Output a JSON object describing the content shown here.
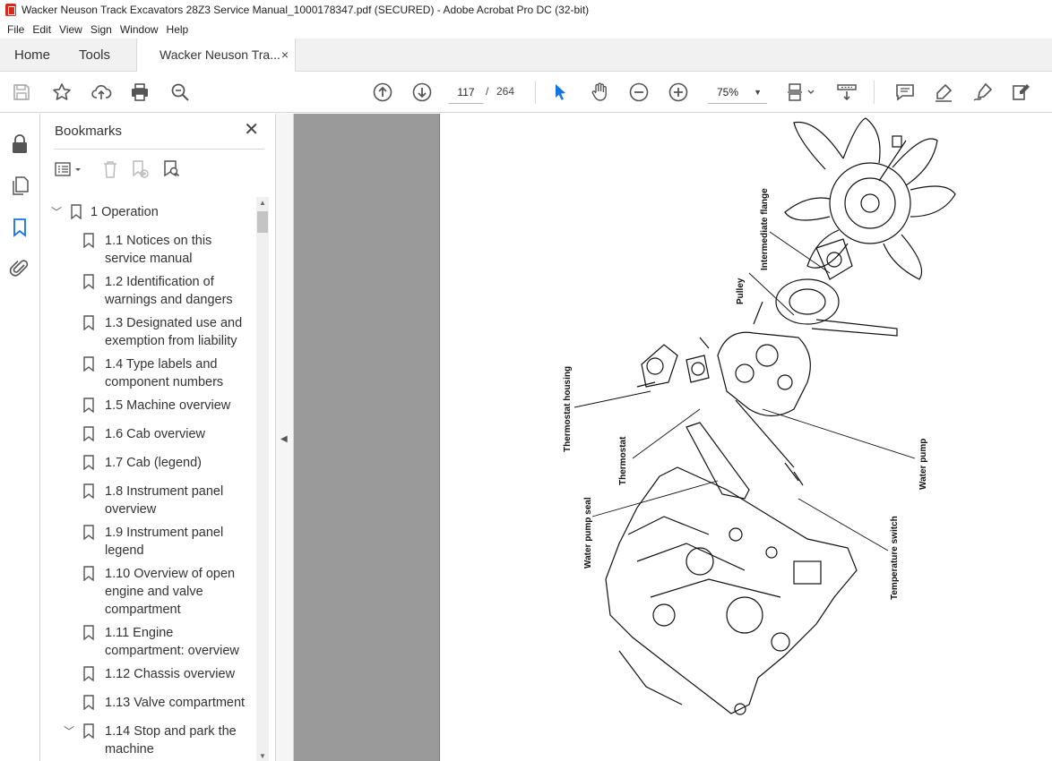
{
  "window": {
    "title": "Wacker Neuson Track Excavators 28Z3 Service Manual_1000178347.pdf (SECURED) - Adobe Acrobat Pro DC (32-bit)"
  },
  "menu": [
    "File",
    "Edit",
    "View",
    "Sign",
    "Window",
    "Help"
  ],
  "tabs": {
    "home": "Home",
    "tools": "Tools",
    "document": "Wacker Neuson Tra...",
    "close": "×"
  },
  "toolbar": {
    "current_page": "117",
    "separator": "/",
    "total_pages": "264",
    "zoom": "75%",
    "icons": [
      "save-icon",
      "star-icon",
      "upload-icon",
      "print-icon",
      "zoom-search-icon",
      "page-up-icon",
      "page-down-icon",
      "select-cursor-icon",
      "hand-icon",
      "zoom-out-icon",
      "zoom-in-icon",
      "fit-page-icon",
      "scroll-mode-icon",
      "comment-icon",
      "highlight-icon",
      "sign-icon",
      "edit-icon"
    ]
  },
  "bookmarks": {
    "title": "Bookmarks",
    "close": "✕",
    "items": [
      {
        "label": "1 Operation",
        "level": 0,
        "expanded": true
      },
      {
        "label": "1.1 Notices on this service manual",
        "level": 1
      },
      {
        "label": "1.2 Identification of warnings and dangers",
        "level": 1
      },
      {
        "label": "1.3 Designated use and exemption from liability",
        "level": 1
      },
      {
        "label": "1.4 Type labels and component numbers",
        "level": 1
      },
      {
        "label": "1.5 Machine overview",
        "level": 1
      },
      {
        "label": "1.6 Cab overview",
        "level": 1
      },
      {
        "label": "1.7 Cab (legend)",
        "level": 1
      },
      {
        "label": "1.8 Instrument panel overview",
        "level": 1
      },
      {
        "label": "1.9 Instrument panel legend",
        "level": 1
      },
      {
        "label": "1.10 Overview of open engine and valve compartment",
        "level": 1
      },
      {
        "label": "1.11 Engine compartment: overview",
        "level": 1
      },
      {
        "label": "1.12 Chassis overview",
        "level": 1
      },
      {
        "label": "1.13 Valve compartment",
        "level": 1
      },
      {
        "label": "1.14 Stop and park the machine",
        "level": 1,
        "expanded": true
      }
    ]
  },
  "diagram": {
    "labels": {
      "intermediate_flange": "Intermediate flange",
      "pulley": "Pulley",
      "thermostat_housing": "Thermostat housing",
      "thermostat": "Thermostat",
      "water_pump": "Water pump",
      "water_pump_seal": "Water pump seal",
      "temperature_switch": "Temperature switch"
    }
  }
}
